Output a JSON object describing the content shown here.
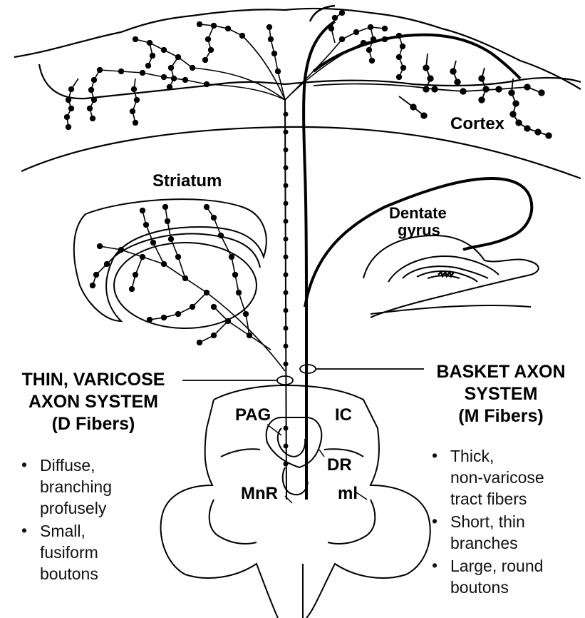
{
  "regions": {
    "cortex": "Cortex",
    "striatum": "Striatum",
    "dentate_gyrus_1": "Dentate",
    "dentate_gyrus_2": "gyrus",
    "pag": "PAG",
    "ic": "IC",
    "dr": "DR",
    "mnr": "MnR",
    "ml": "ml"
  },
  "left_system": {
    "line1": "THIN, VARICOSE",
    "line2": "AXON SYSTEM",
    "line3": "(D Fibers)",
    "bullets": [
      "Diffuse,\nbranching\nprofusely",
      "Small,\nfusiform\nboutons"
    ]
  },
  "right_system": {
    "line1": "BASKET AXON",
    "line2": "SYSTEM",
    "line3": "(M Fibers)",
    "bullets": [
      "Thick,\nnon-varicose\ntract fibers",
      "Short, thin\nbranches",
      "Large, round\nboutons"
    ]
  }
}
